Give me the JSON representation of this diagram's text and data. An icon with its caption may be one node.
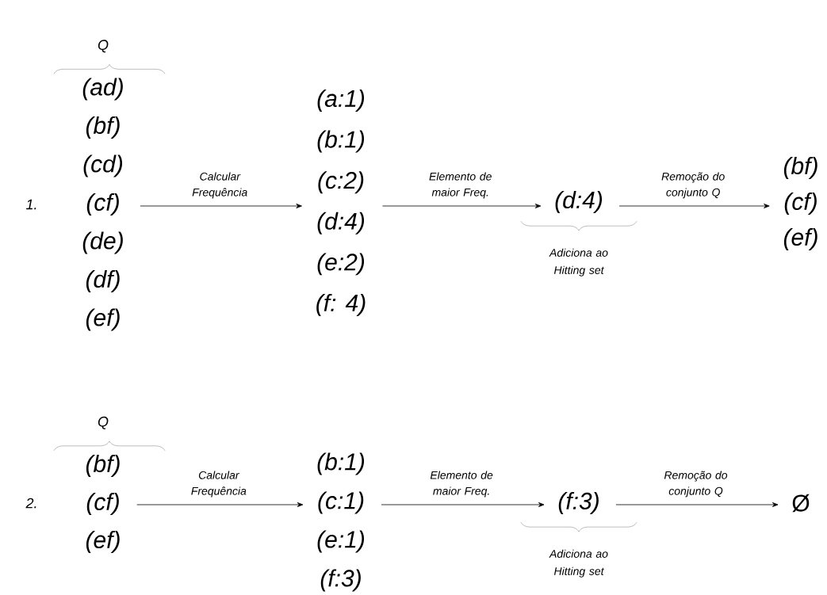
{
  "diagram": {
    "nodes": [
      {
        "text": [
          "(ad)",
          "(bf)",
          "(cd)",
          "(cf)",
          "(de)",
          "(df)",
          "(ef)"
        ],
        "beside": [
          "Q"
        ]
      },
      {
        "text": [
          "(a:1)",
          "(b:1)",
          "(c:2)",
          "(d:4)",
          "(e:2)",
          "(f: 4)"
        ]
      },
      {
        "text": [
          "(d:4)"
        ],
        "beside": [
          "Adiciona ao Hitting set"
        ]
      },
      {
        "text": [
          "(bf)",
          "(cf)",
          "(ef)"
        ]
      },
      {
        "text": [
          "(bf)",
          "(cf)",
          "(ef)"
        ],
        "beside": [
          "Q"
        ]
      },
      {
        "text": [
          "(b:1)",
          "(c:1)",
          "(e:1)",
          "(f:3)"
        ]
      },
      {
        "text": [
          "(f:3)"
        ],
        "beside": [
          "Adiciona ao Hitting set"
        ]
      },
      {
        "text": [
          "Ø"
        ]
      }
    ],
    "edges": [
      {
        "from": 0,
        "to": 1,
        "arrow": "to",
        "label": "Calcular Frequência"
      },
      {
        "from": 1,
        "to": 2,
        "arrow": "to",
        "label": "Elemento de maior Freq."
      },
      {
        "from": 2,
        "to": 3,
        "arrow": "to",
        "label": "Remoção do conjunto Q"
      },
      {
        "from": 4,
        "to": 5,
        "arrow": "to",
        "label": "Calcular Frequência"
      },
      {
        "from": 5,
        "to": 6,
        "arrow": "to",
        "label": "Elemento de maior Freq."
      },
      {
        "from": 6,
        "to": 7,
        "arrow": "to",
        "label": "Remoção do conjunto Q"
      }
    ],
    "labels": [
      "1.",
      "2."
    ]
  }
}
